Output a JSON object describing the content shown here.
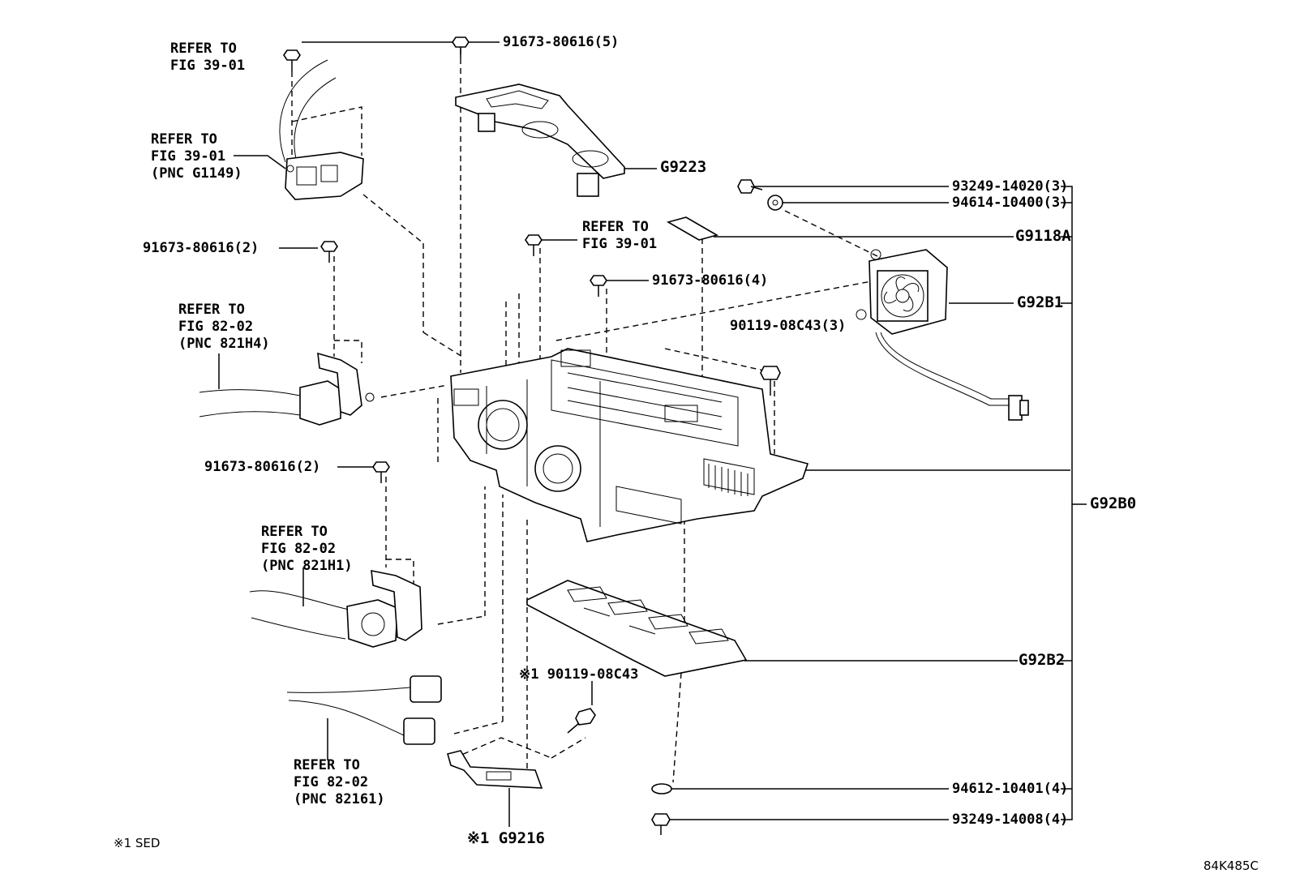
{
  "labels": {
    "refer_top_left": "REFER TO\nFIG 39-01",
    "refer_g1149": "REFER TO\nFIG 39-01\n(PNC G1149)",
    "bolt_top": "91673-80616(5)",
    "g9223": "G9223",
    "bolt_2a": "91673-80616(2)",
    "refer_center": "REFER TO\nFIG 39-01",
    "bolt_4": "91673-80616(4)",
    "refer_821h4": "REFER TO\nFIG 82-02\n(PNC 821H4)",
    "bolt_2b": "91673-80616(2)",
    "refer_821h1": "REFER TO\nFIG 82-02\n(PNC 821H1)",
    "bolt_sed": "※1 90119-08C43",
    "refer_82161": "REFER TO\nFIG 82-02\n(PNC 82161)",
    "g9216": "※1 G9216",
    "note_sed": "※1 SED",
    "p93249_14020": "93249-14020(3)",
    "p94614_10400": "94614-10400(3)",
    "g9118a": "G9118A",
    "g92b1": "G92B1",
    "p90119_08c43": "90119-08C43(3)",
    "g92b0": "G92B0",
    "g92b2": "G92B2",
    "p94612_10401": "94612-10401(4)",
    "p93249_14008": "93249-14008(4)",
    "fig_code": "84K485C"
  },
  "icons": [
    "bolt-icon",
    "washer-icon",
    "fan-icon",
    "bracket-icon",
    "connector-icon",
    "label-sticker-icon"
  ]
}
